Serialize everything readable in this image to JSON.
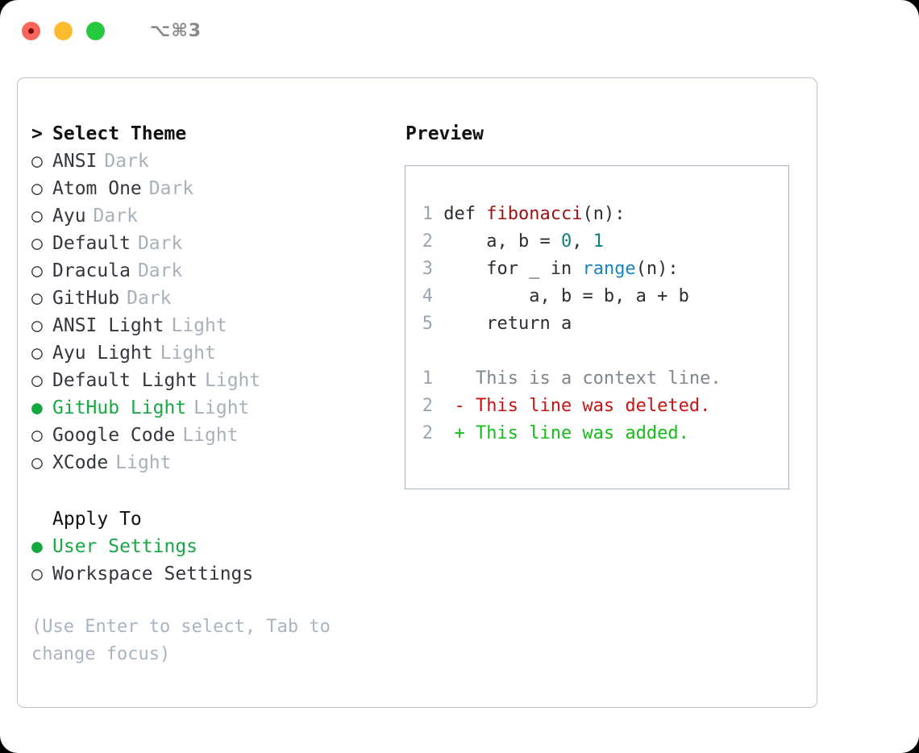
{
  "titlebar": {
    "shortcut": "⌥⌘3",
    "dots": [
      "close-red",
      "minimize-yellow",
      "maximize-green"
    ]
  },
  "theme_picker": {
    "header": "Select Theme",
    "caret": ">",
    "marker_selected": "●",
    "marker_unselected": "○",
    "items": [
      {
        "label": "ANSI",
        "tag": "Dark",
        "selected": false
      },
      {
        "label": "Atom One",
        "tag": "Dark",
        "selected": false
      },
      {
        "label": "Ayu",
        "tag": "Dark",
        "selected": false
      },
      {
        "label": "Default",
        "tag": "Dark",
        "selected": false
      },
      {
        "label": "Dracula",
        "tag": "Dark",
        "selected": false
      },
      {
        "label": "GitHub",
        "tag": "Dark",
        "selected": false
      },
      {
        "label": "ANSI Light",
        "tag": "Light",
        "selected": false
      },
      {
        "label": "Ayu Light",
        "tag": "Light",
        "selected": false
      },
      {
        "label": "Default Light",
        "tag": "Light",
        "selected": false
      },
      {
        "label": "GitHub Light",
        "tag": "Light",
        "selected": true
      },
      {
        "label": "Google Code",
        "tag": "Light",
        "selected": false
      },
      {
        "label": "XCode",
        "tag": "Light",
        "selected": false
      }
    ]
  },
  "apply_to": {
    "header": "Apply To",
    "items": [
      {
        "label": "User Settings",
        "selected": true
      },
      {
        "label": "Workspace Settings",
        "selected": false
      }
    ]
  },
  "hint": "(Use Enter to select, Tab to change focus)",
  "preview": {
    "title": "Preview",
    "code": [
      {
        "num": "1",
        "indent": "",
        "segments": [
          {
            "text": "def ",
            "kind": "plain"
          },
          {
            "text": "fibonacci",
            "kind": "fn"
          },
          {
            "text": "(n):",
            "kind": "plain"
          }
        ]
      },
      {
        "num": "2",
        "indent": "    ",
        "segments": [
          {
            "text": "a, b = ",
            "kind": "plain"
          },
          {
            "text": "0",
            "kind": "num"
          },
          {
            "text": ", ",
            "kind": "plain"
          },
          {
            "text": "1",
            "kind": "num"
          }
        ]
      },
      {
        "num": "3",
        "indent": "    ",
        "segments": [
          {
            "text": "for _ in ",
            "kind": "plain"
          },
          {
            "text": "range",
            "kind": "call"
          },
          {
            "text": "(n):",
            "kind": "plain"
          }
        ]
      },
      {
        "num": "4",
        "indent": "        ",
        "segments": [
          {
            "text": "a, b = b, a + b",
            "kind": "plain"
          }
        ]
      },
      {
        "num": "5",
        "indent": "    ",
        "segments": [
          {
            "text": "return a",
            "kind": "plain"
          }
        ]
      }
    ],
    "diff": [
      {
        "num": "1",
        "sign": " ",
        "text": "This is a context line.",
        "kind": "context"
      },
      {
        "num": "2",
        "sign": "-",
        "text": "This line was deleted.",
        "kind": "deleted"
      },
      {
        "num": "2",
        "sign": "+",
        "text": "This line was added.",
        "kind": "added"
      }
    ]
  },
  "colors": {
    "accent_green": "#19a845",
    "tag_gray": "#a9b0ba",
    "hint_gray": "#a9b3c2",
    "border": "#b9c2cd",
    "preview_border": "#a9b4c2",
    "code_fn": "#9c1212",
    "code_num": "#0d8080",
    "code_call": "#1685bd",
    "diff_deleted": "#c81414",
    "diff_added": "#16bc18",
    "diff_context": "#80868e",
    "line_number": "#9aa5b1"
  }
}
